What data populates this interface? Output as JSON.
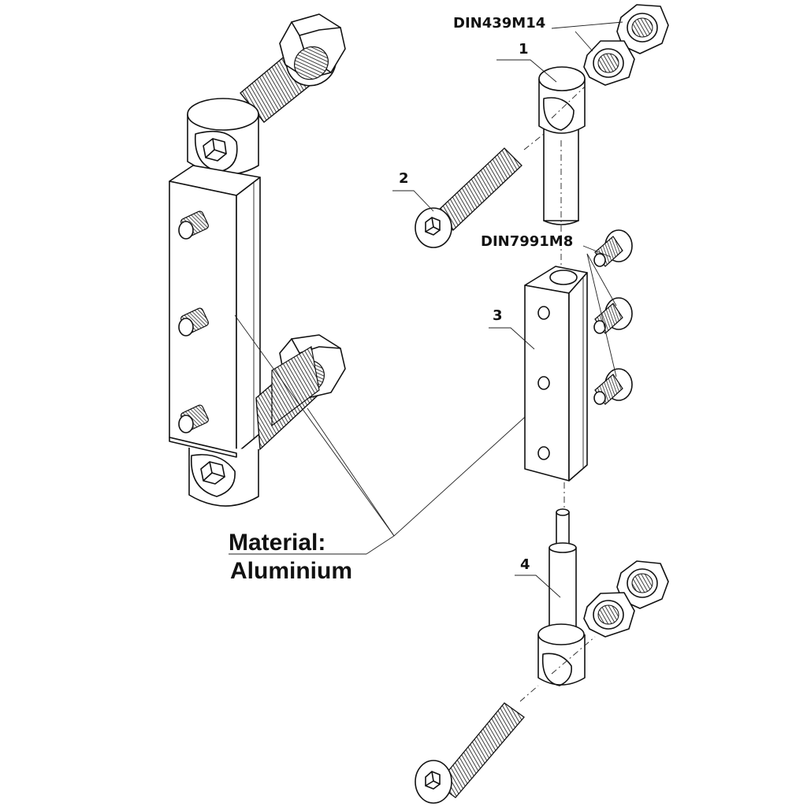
{
  "diagram": {
    "title": "Exploded assembly drawing",
    "labels": {
      "nut_standard": "DIN439M14",
      "screw_standard": "DIN7991M8",
      "part_1": "1",
      "part_2": "2",
      "part_3": "3",
      "part_4": "4",
      "material_line1": "Material:",
      "material_line2": "Aluminium"
    },
    "parts": [
      {
        "id": "1",
        "name": "Upper pivot pin with cross-bore head"
      },
      {
        "id": "2",
        "name": "Threaded socket-head bolt (upper)"
      },
      {
        "id": "3",
        "name": "Square aluminium bar with three countersunk holes"
      },
      {
        "id": "4",
        "name": "Lower pivot pin with cross-bore head"
      }
    ],
    "fasteners": [
      {
        "standard": "DIN439M14",
        "type": "hex thin nut",
        "count_top": 2,
        "count_bottom": 2
      },
      {
        "standard": "DIN7991M8",
        "type": "countersunk hex socket screw",
        "count": 3
      }
    ]
  }
}
